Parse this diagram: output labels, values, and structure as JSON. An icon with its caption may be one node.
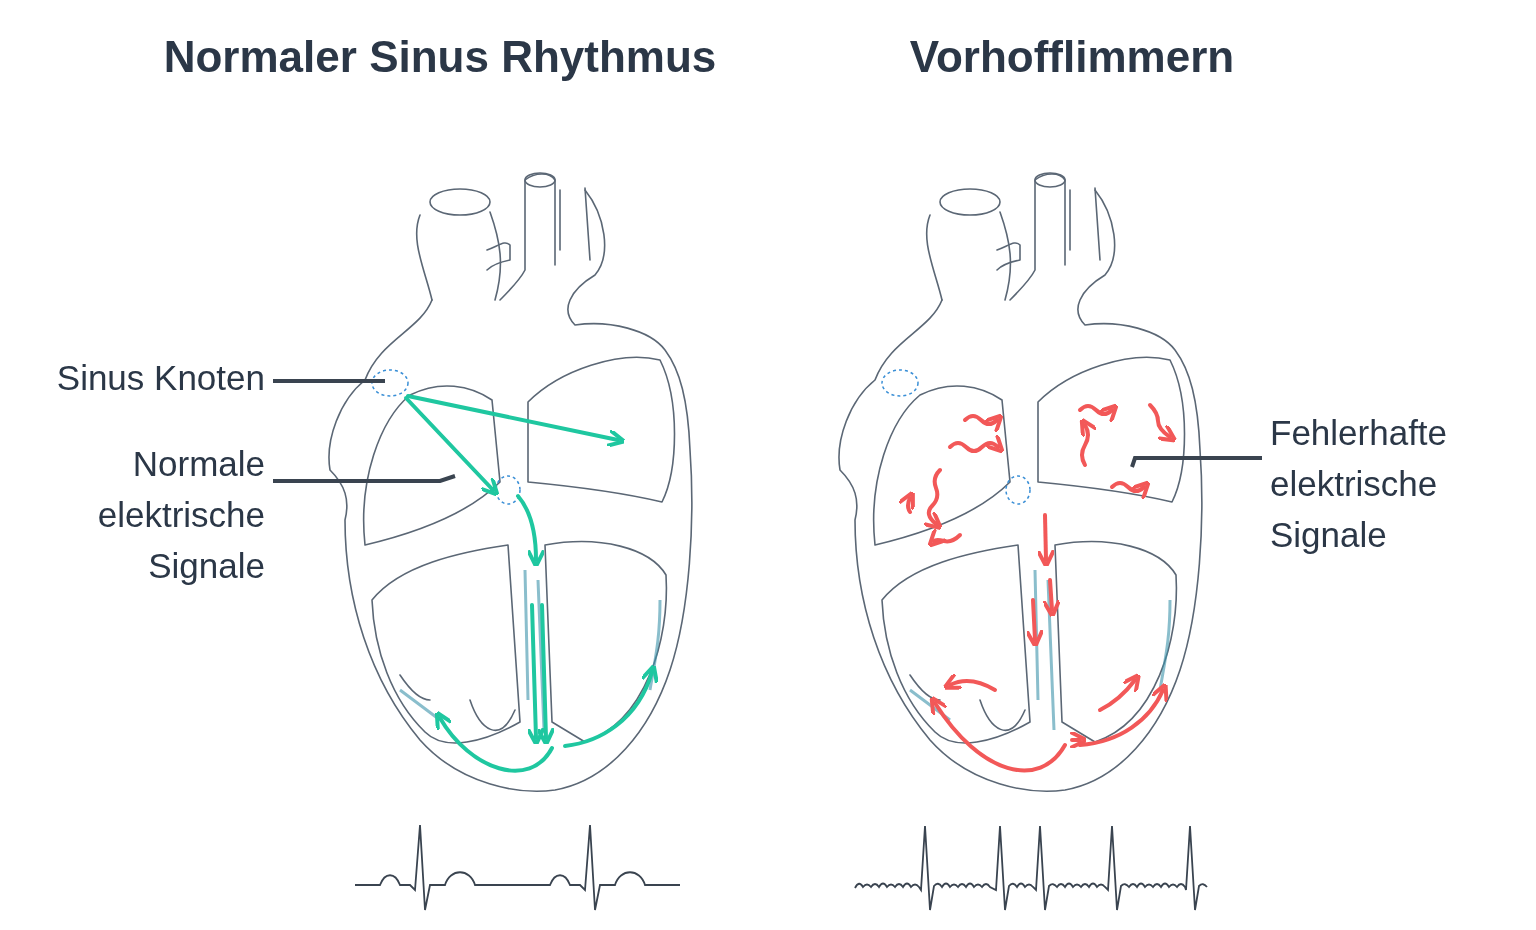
{
  "diagram": {
    "nodes": [
      {
        "text": [
          "Sinus Knoten"
        ]
      },
      {
        "text": [
          "Normale elektrische Signale"
        ]
      },
      {
        "text": [
          "Fehlerhafte elektrische Signale"
        ]
      }
    ],
    "edges": [
      {
        "from": 0,
        "to": null,
        "arrow": "none"
      },
      {
        "from": 1,
        "to": null,
        "arrow": "none"
      },
      {
        "from": 2,
        "to": null,
        "arrow": "none"
      }
    ],
    "labels": [
      "Normaler Sinus Rhythmus",
      "Vorhofflimmern"
    ]
  }
}
